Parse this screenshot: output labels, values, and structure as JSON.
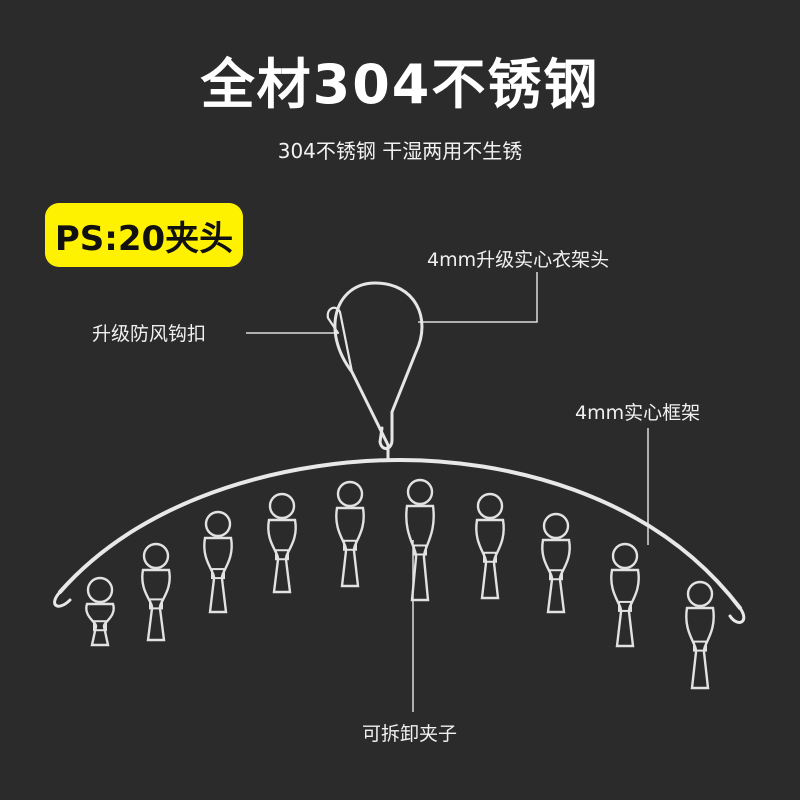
{
  "title": "全材304不锈钢",
  "subtitle": "304不锈钢 干湿两用不生锈",
  "badge": "PS:20夹头",
  "callouts": {
    "hanger_head": "4mm升级实心衣架头",
    "hook_clasp": "升级防风钩扣",
    "frame": "4mm实心框架",
    "clips": "可拆卸夹子"
  },
  "colors": {
    "background": "#2b2b2b",
    "badge": "#fff200",
    "text": "#ffffff",
    "metal": "#e8e8e8"
  },
  "icons": {
    "product": "stainless-steel-clip-hanger-icon"
  }
}
